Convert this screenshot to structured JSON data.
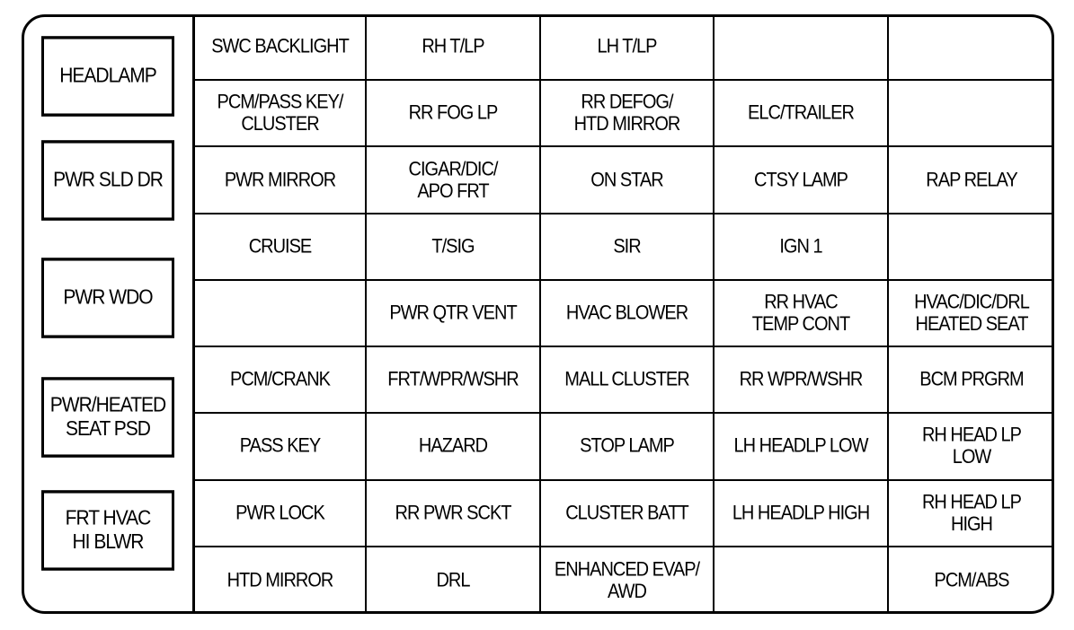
{
  "relays": [
    {
      "id": "headlamp",
      "label": "HEADLAMP"
    },
    {
      "id": "pwr-sld-dr",
      "label": "PWR SLD DR"
    },
    {
      "id": "pwr-wdo",
      "label": "PWR WDO"
    },
    {
      "id": "pwr-heated-seat-psd",
      "label": "PWR/HEATED\nSEAT PSD"
    },
    {
      "id": "frt-hvac-hi-blwr",
      "label": "FRT HVAC\nHI BLWR"
    }
  ],
  "fuses": [
    [
      "SWC BACKLIGHT",
      "RH T/LP",
      "LH T/LP",
      "",
      ""
    ],
    [
      "PCM/PASS KEY/\nCLUSTER",
      "RR FOG LP",
      "RR DEFOG/\nHTD MIRROR",
      "ELC/TRAILER",
      ""
    ],
    [
      "PWR MIRROR",
      "CIGAR/DIC/\nAPO FRT",
      "ON STAR",
      "CTSY LAMP",
      "RAP RELAY"
    ],
    [
      "CRUISE",
      "T/SIG",
      "SIR",
      "IGN 1",
      ""
    ],
    [
      "",
      "PWR QTR VENT",
      "HVAC BLOWER",
      "RR HVAC\nTEMP CONT",
      "HVAC/DIC/DRL\nHEATED SEAT"
    ],
    [
      "PCM/CRANK",
      "FRT/WPR/WSHR",
      "MALL CLUSTER",
      "RR WPR/WSHR",
      "BCM PRGRM"
    ],
    [
      "PASS KEY",
      "HAZARD",
      "STOP LAMP",
      "LH HEADLP LOW",
      "RH HEAD LP\nLOW"
    ],
    [
      "PWR LOCK",
      "RR PWR SCKT",
      "CLUSTER BATT",
      "LH HEADLP HIGH",
      "RH HEAD LP\nHIGH"
    ],
    [
      "HTD MIRROR",
      "DRL",
      "ENHANCED EVAP/\nAWD",
      "",
      "PCM/ABS"
    ]
  ]
}
